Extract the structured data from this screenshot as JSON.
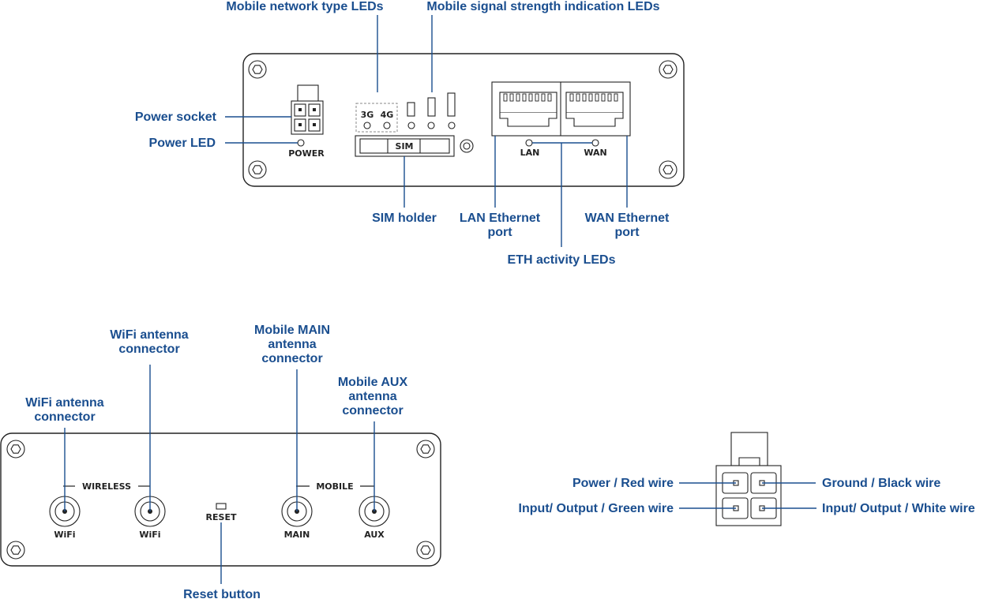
{
  "front_panel": {
    "callouts": {
      "network_type_leds": "Mobile network type LEDs",
      "signal_leds": "Mobile signal strength indication LEDs",
      "power_socket": "Power socket",
      "power_led": "Power LED",
      "sim_holder": "SIM holder",
      "lan_port_line1": "LAN Ethernet",
      "lan_port_line2": "port",
      "wan_port_line1": "WAN Ethernet",
      "wan_port_line2": "port",
      "eth_leds": "ETH activity LEDs"
    },
    "device_labels": {
      "power": "POWER",
      "led_3g": "3G",
      "led_4g": "4G",
      "sim": "SIM",
      "lan": "LAN",
      "wan": "WAN"
    }
  },
  "back_panel": {
    "callouts": {
      "wifi_antenna_1_line1": "WiFi antenna",
      "wifi_antenna_1_line2": "connector",
      "wifi_antenna_2_line1": "WiFi antenna",
      "wifi_antenna_2_line2": "connector",
      "main_antenna_line1": "Mobile MAIN",
      "main_antenna_line2": "antenna",
      "main_antenna_line3": "connector",
      "aux_antenna_line1": "Mobile AUX",
      "aux_antenna_line2": "antenna",
      "aux_antenna_line3": "connector",
      "reset_button": "Reset button"
    },
    "device_labels": {
      "wireless_group": "WIRELESS",
      "mobile_group": "MOBILE",
      "wifi_1": "WiFi",
      "wifi_2": "WiFi",
      "reset": "RESET",
      "main": "MAIN",
      "aux": "AUX"
    }
  },
  "power_connector": {
    "callouts": {
      "power_red": "Power / Red wire",
      "ground_black": "Ground / Black wire",
      "io_green": "Input/ Output / Green wire",
      "io_white": "Input/ Output / White wire"
    }
  },
  "colors": {
    "callout_text": "#1a4e8f",
    "outline": "#222222"
  }
}
